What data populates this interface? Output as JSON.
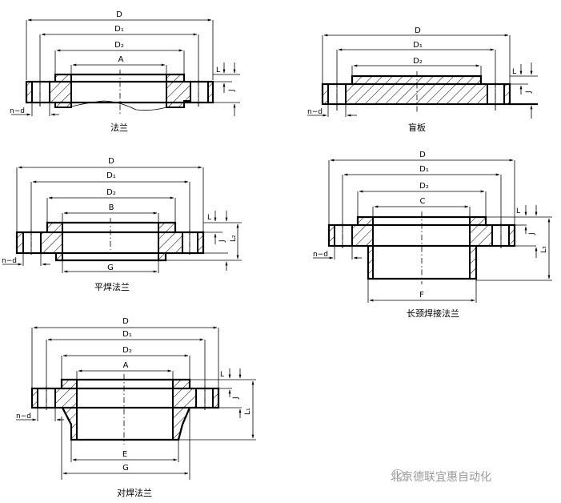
{
  "drawings": [
    {
      "id": "flange",
      "caption": "法兰",
      "labels": {
        "D": "D",
        "D1": "D₁",
        "D2": "D₂",
        "inner": "A",
        "nd": "n−d",
        "L": "L",
        "J": "J"
      }
    },
    {
      "id": "blind",
      "caption": "盲板",
      "labels": {
        "D": "D",
        "D1": "D₁",
        "D2": "D₂",
        "nd": "n−d",
        "L": "L",
        "J": "J"
      }
    },
    {
      "id": "slip-on",
      "caption": "平焊法兰",
      "labels": {
        "D": "D",
        "D1": "D₁",
        "D2": "D₂",
        "inner": "B",
        "bottom": "G",
        "nd": "n−d",
        "L": "L",
        "J": "J",
        "L2": "L₂"
      }
    },
    {
      "id": "long-neck",
      "caption": "长颈焊接法兰",
      "labels": {
        "D": "D",
        "D1": "D₁",
        "D2": "D₂",
        "inner": "C",
        "bottom": "F",
        "nd": "n−d",
        "L": "L",
        "J": "J",
        "L3": "L₃"
      }
    },
    {
      "id": "weld-neck",
      "caption": "对焊法兰",
      "labels": {
        "D": "D",
        "D1": "D₁",
        "D2": "D₂",
        "inner": "A",
        "bottom1": "E",
        "bottom2": "G",
        "nd": "n−d",
        "L": "L",
        "J": "J",
        "L1": "L₁"
      }
    }
  ],
  "watermark": {
    "text": "北京德联宜惠自动化",
    "icon": "wechat-icon"
  }
}
